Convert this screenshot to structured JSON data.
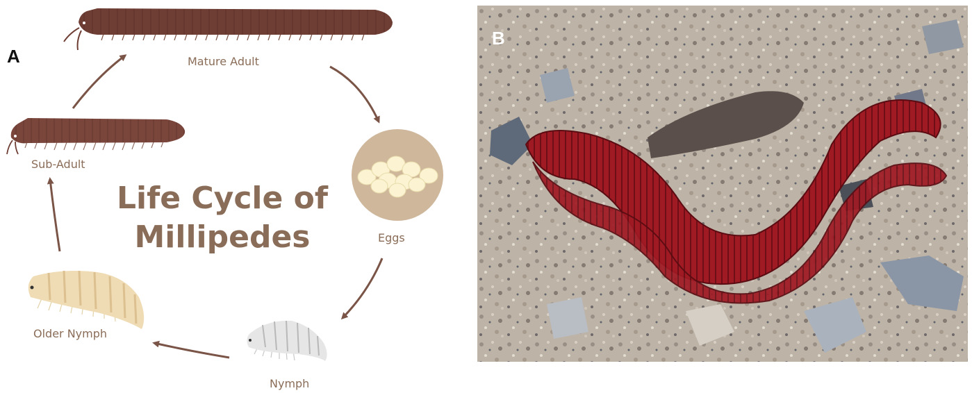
{
  "panel_a": {
    "label": "A",
    "title_line1": "Life Cycle of",
    "title_line2": "Millipedes",
    "stages": {
      "mature_adult": "Mature Adult",
      "eggs": "Eggs",
      "nymph": "Nymph",
      "older_nymph": "Older Nymph",
      "sub_adult": "Sub-Adult"
    }
  },
  "panel_b": {
    "label": "B"
  },
  "colors": {
    "text_brown": "#8a6d58",
    "arrow_brown": "#7a5446",
    "adult_body": "#6e3d34",
    "older_nymph_body": "#efdcb4",
    "nymph_body": "#e6e6e6",
    "egg_disc": "#cfb79c",
    "egg": "#fbf3d2",
    "millipede_red": "#a01a24"
  }
}
